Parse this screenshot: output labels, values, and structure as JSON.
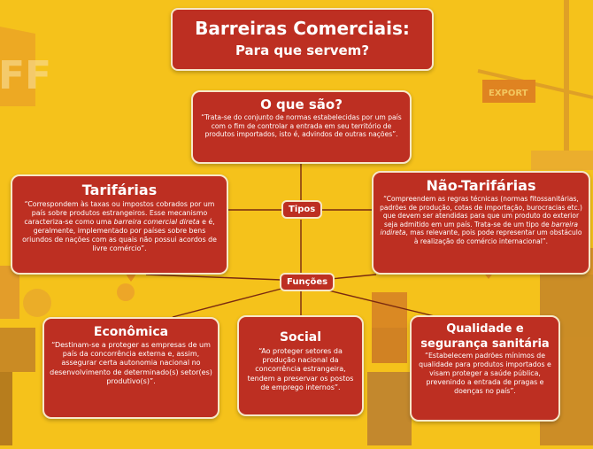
{
  "title": {
    "line1": "Barreiras Comerciais:",
    "line2": "Para que servem?"
  },
  "definition": {
    "heading": "O que são?",
    "text": "“Trata-se do conjunto de normas estabelecidas por um país com o fim de controlar a entrada em seu território de produtos importados, isto é, advindos de outras nações”."
  },
  "connectors": {
    "tipos": "Tipos",
    "funcoes": "Funções"
  },
  "tarifarias": {
    "heading": "Tarifárias",
    "text_a": "“Correspondem às taxas ou impostos cobrados por um país sobre produtos estrangeiros. Esse mecanismo caracteriza-se como uma ",
    "emphasis": "barreira comercial direta",
    "text_b": " e é, geralmente, implementado por países sobre bens oriundos de nações com as quais não possui acordos de livre comércio”."
  },
  "nao_tarifarias": {
    "heading": "Não-Tarifárias",
    "text_a": "“Compreendem as regras técnicas (normas fitossanitárias, padrões de produção, cotas de importação, burocracias etc.) que devem ser atendidas para que um produto do exterior seja admitido em um país. Trata-se de um tipo de ",
    "emphasis": "barreira indireta",
    "text_b": ", mas relevante, pois pode representar um obstáculo à realização do comércio internacional”."
  },
  "economica": {
    "heading": "Econômica",
    "text": "“Destinam-se a proteger as empresas de um país da concorrência externa e, assim, assegurar certa autonomia nacional no desenvolvimento de determinado(s) setor(es) produtivo(s)”."
  },
  "social": {
    "heading": "Social",
    "text": "“Ao proteger setores da produção nacional da concorrência estrangeira, tendem a preservar os postos de emprego internos”."
  },
  "qualidade": {
    "heading_line1": "Qualidade e",
    "heading_line2": "segurança sanitária",
    "text": "“Estabelecem padrões mínimos de qualidade para produtos importados e visam proteger a saúde pública, prevenindo a entrada de pragas e doenças no país”."
  },
  "background": {
    "container_letters": "FF",
    "scale_sign": "EXPORT"
  },
  "colors": {
    "background": "#f5c21b",
    "box": "#bd2f22",
    "border": "#f7e7c8",
    "lines": "#7a2a10"
  }
}
